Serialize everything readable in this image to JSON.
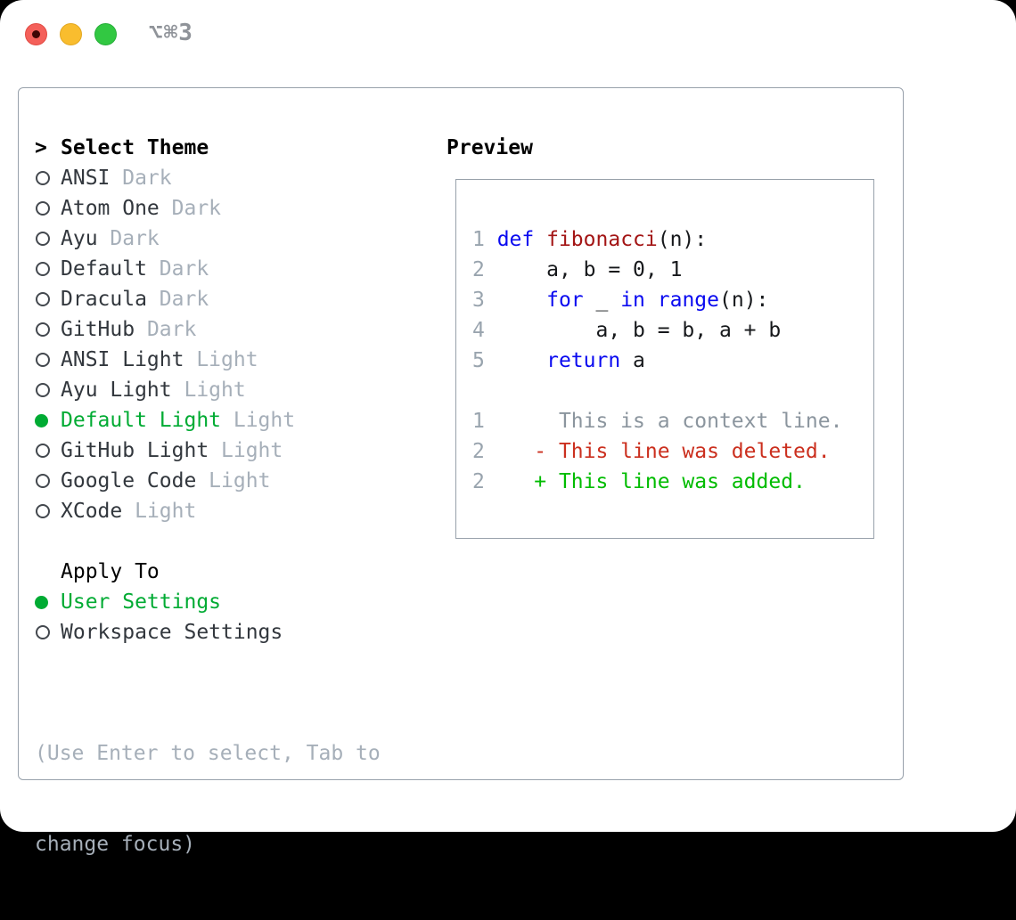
{
  "window": {
    "shortcut_label": "⌥⌘3",
    "traffic_lights": [
      "close",
      "minimize",
      "zoom"
    ]
  },
  "colors": {
    "accent_green": "#00ab33",
    "added_green": "#00bc00",
    "deleted_red": "#cb2f1e",
    "keyword_blue": "#0a0af0",
    "function_red": "#a31515",
    "context_gray": "#8b959e",
    "muted_gray": "#a6afb9",
    "line_number_gray": "#99a4ae",
    "text_dark": "#32373d",
    "border_gray": "#98a1ab",
    "shortcut_gray": "#8f9399",
    "traffic_red": "#f4605a",
    "traffic_yellow": "#f9bd2e",
    "traffic_green": "#32c842"
  },
  "theme_panel": {
    "header": {
      "marker": ">",
      "label": "Select Theme"
    },
    "items": [
      {
        "name": "ANSI",
        "tag": "Dark",
        "selected": false
      },
      {
        "name": "Atom One",
        "tag": "Dark",
        "selected": false
      },
      {
        "name": "Ayu",
        "tag": "Dark",
        "selected": false
      },
      {
        "name": "Default",
        "tag": "Dark",
        "selected": false
      },
      {
        "name": "Dracula",
        "tag": "Dark",
        "selected": false
      },
      {
        "name": "GitHub",
        "tag": "Dark",
        "selected": false
      },
      {
        "name": "ANSI Light",
        "tag": "Light",
        "selected": false
      },
      {
        "name": "Ayu Light",
        "tag": "Light",
        "selected": false
      },
      {
        "name": "Default Light",
        "tag": "Light",
        "selected": true
      },
      {
        "name": "GitHub Light",
        "tag": "Light",
        "selected": false
      },
      {
        "name": "Google Code",
        "tag": "Light",
        "selected": false
      },
      {
        "name": "XCode",
        "tag": "Light",
        "selected": false
      }
    ]
  },
  "apply_to": {
    "label": "Apply To",
    "options": [
      {
        "name": "User Settings",
        "selected": true
      },
      {
        "name": "Workspace Settings",
        "selected": false
      }
    ]
  },
  "help_text": {
    "line1": "(Use Enter to select, Tab to",
    "line2": "change focus)"
  },
  "preview": {
    "label": "Preview",
    "code_lines": [
      {
        "num": "1",
        "tokens": [
          {
            "t": "def",
            "c": "keyword"
          },
          {
            "t": " ",
            "c": "plain"
          },
          {
            "t": "fibonacci",
            "c": "function"
          },
          {
            "t": "(n):",
            "c": "plain"
          }
        ]
      },
      {
        "num": "2",
        "tokens": [
          {
            "t": "    a, b = 0, 1",
            "c": "plain"
          }
        ]
      },
      {
        "num": "3",
        "tokens": [
          {
            "t": "    ",
            "c": "plain"
          },
          {
            "t": "for",
            "c": "keyword"
          },
          {
            "t": " _ ",
            "c": "plain"
          },
          {
            "t": "in",
            "c": "keyword"
          },
          {
            "t": " ",
            "c": "plain"
          },
          {
            "t": "range",
            "c": "keyword"
          },
          {
            "t": "(n):",
            "c": "plain"
          }
        ]
      },
      {
        "num": "4",
        "tokens": [
          {
            "t": "        a, b = b, a + b",
            "c": "plain"
          }
        ]
      },
      {
        "num": "5",
        "tokens": [
          {
            "t": "    ",
            "c": "plain"
          },
          {
            "t": "return",
            "c": "keyword"
          },
          {
            "t": " a",
            "c": "plain"
          }
        ]
      }
    ],
    "diff_lines": [
      {
        "num": "1",
        "kind": "context",
        "text": "     This is a context line."
      },
      {
        "num": "2",
        "kind": "deleted",
        "text": "   - This line was deleted."
      },
      {
        "num": "2",
        "kind": "added",
        "text": "   + This line was added."
      }
    ]
  }
}
